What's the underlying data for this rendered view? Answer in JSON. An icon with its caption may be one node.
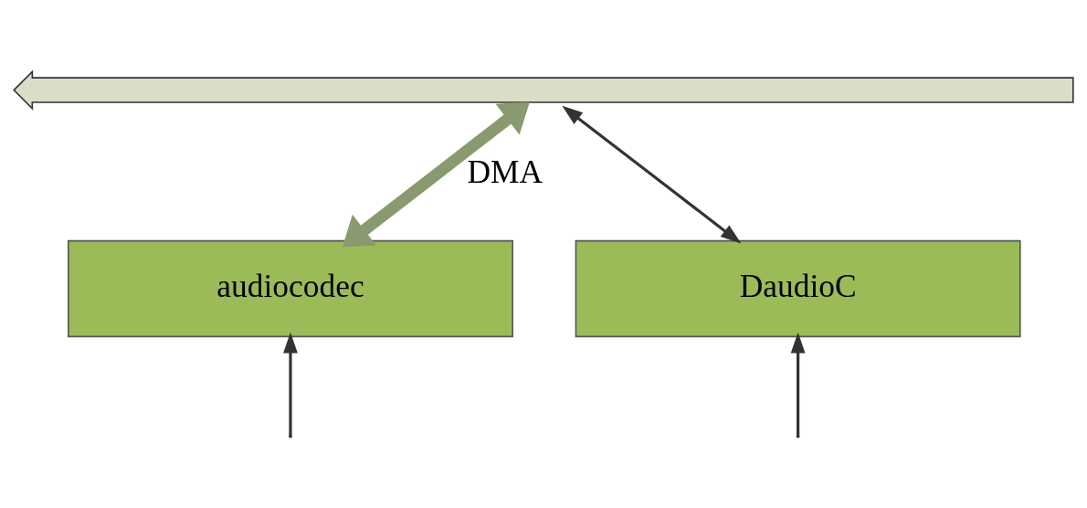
{
  "diagram": {
    "nodes": [
      {
        "text": [],
        "shape": "bar"
      },
      {
        "text": [
          "audiocodec"
        ]
      },
      {
        "text": [
          "DaudioC"
        ]
      }
    ],
    "edges": [
      {
        "from": 0,
        "to": 1,
        "arrow": "both",
        "label": "DMA",
        "style": "thick",
        "color": "#8a9a70"
      },
      {
        "from": 0,
        "to": 2,
        "arrow": "both"
      },
      {
        "from": null,
        "to": 1,
        "arrow": "to"
      },
      {
        "from": null,
        "to": 2,
        "arrow": "to"
      }
    ]
  }
}
